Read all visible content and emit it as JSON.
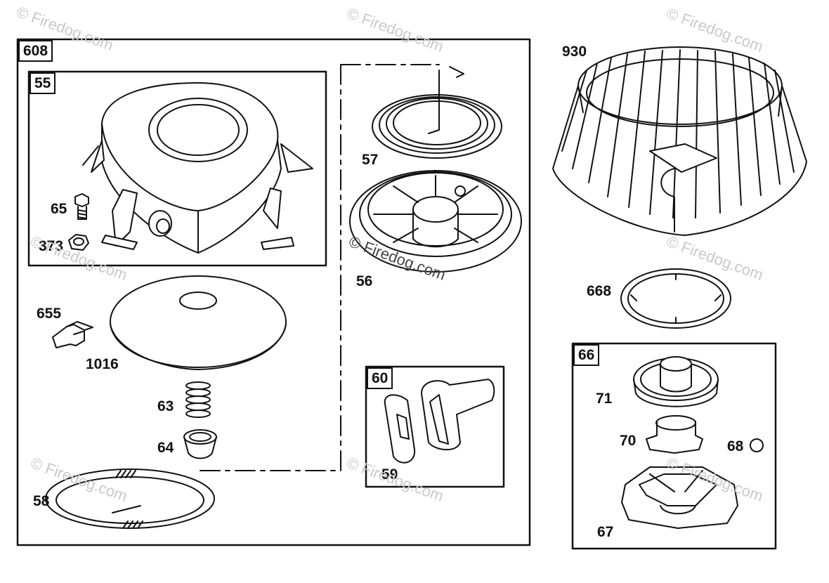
{
  "colors": {
    "line": "#111111",
    "background": "#ffffff",
    "watermark": "#c9c9c9"
  },
  "groups": {
    "g608": "608",
    "g55": "55",
    "g60": "60",
    "g66": "66"
  },
  "parts": {
    "p930": "930",
    "p57": "57",
    "p65": "65",
    "p373": "373",
    "p56": "56",
    "p668": "668",
    "p655": "655",
    "p1016": "1016",
    "p63": "63",
    "p64": "64",
    "p60num": "60",
    "p59": "59",
    "p71": "71",
    "p70": "70",
    "p68": "68",
    "p58": "58",
    "p67": "67"
  },
  "watermarks": {
    "text": "© Firedog.com"
  }
}
